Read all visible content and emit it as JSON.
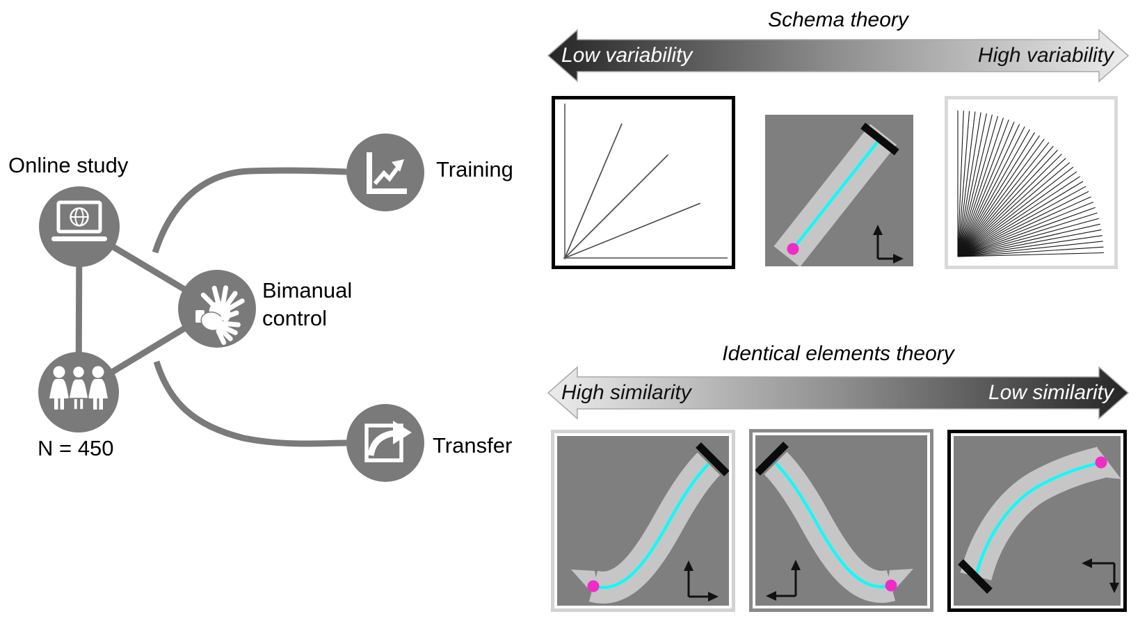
{
  "diagram": {
    "online_study": {
      "label": "Online study",
      "icon": "laptop-globe-icon"
    },
    "participants": {
      "label": "N = 450",
      "icon": "people-group-icon"
    },
    "bimanual": {
      "line1": "Bimanual",
      "line2": "control",
      "icon": "sign-language-hands-icon"
    },
    "training": {
      "label": "Training",
      "icon": "line-chart-icon"
    },
    "transfer": {
      "label": "Transfer",
      "icon": "share-arrow-icon"
    }
  },
  "schema": {
    "title": "Schema theory",
    "low_label": "Low variability",
    "high_label": "High variability",
    "gradient": {
      "left": "#262626",
      "right": "#ececec"
    }
  },
  "elements": {
    "title": "Identical elements theory",
    "high_label": "High similarity",
    "low_label": "Low similarity",
    "gradient": {
      "left": "#ececec",
      "right": "#262626"
    }
  },
  "schema_panels": [
    {
      "name": "low-variability-training",
      "border": "#000000",
      "background": "#ffffff",
      "content": "three-slope-lines",
      "lines_angle_deg": [
        67,
        45,
        22
      ]
    },
    {
      "name": "channel-task-example",
      "border": "none",
      "background": "#7f7f7f",
      "content": "straight-channel",
      "path_color": "#00ffff",
      "start_dot_color": "#f02cc6",
      "target_bar_color": "#0b0b0b",
      "channel_color": "#c6c6c6"
    },
    {
      "name": "high-variability-training",
      "border": "#d9d9d9",
      "background": "#ffffff",
      "content": "fan-lines",
      "fan_line_count": 40
    }
  ],
  "transfer_panels": [
    {
      "name": "high-similarity-transfer",
      "border": "#d2d2d2",
      "background": "#7f7f7f",
      "content": "curved-channel-up-right"
    },
    {
      "name": "mid-similarity-transfer",
      "border": "#8a8a8a",
      "background": "#7f7f7f",
      "content": "curved-channel-down-right"
    },
    {
      "name": "low-similarity-transfer",
      "border": "#000000",
      "background": "#7f7f7f",
      "content": "curved-channel-arc"
    }
  ],
  "colors": {
    "node_gray": "#7a7a7a",
    "panel_bg": "#7f7f7f",
    "channel_gray": "#c6c6c6",
    "trajectory_cyan": "#00ffff",
    "start_dot_magenta": "#f02cc6",
    "target_black": "#0b0b0b",
    "gradient_dark": "#262626",
    "gradient_light": "#ececec",
    "text_black": "#111111"
  }
}
